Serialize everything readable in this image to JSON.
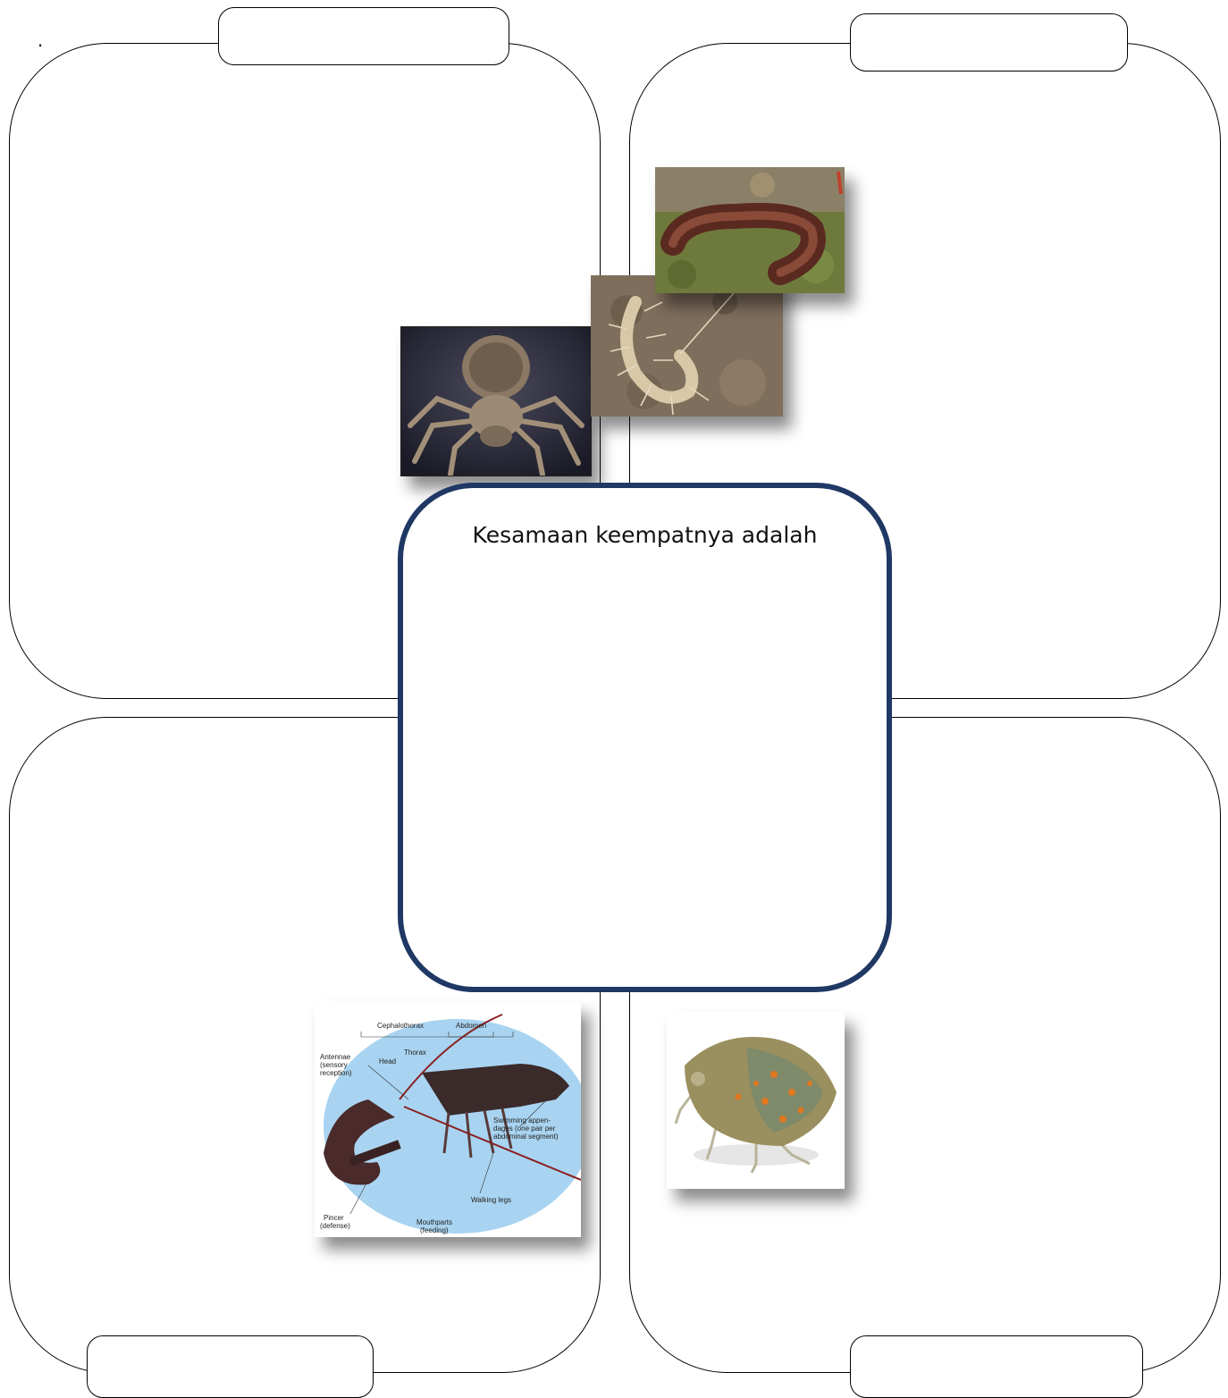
{
  "page": {
    "marker": ".",
    "center_title": "Kesamaan keempatnya adalah"
  },
  "quadrants": [
    {
      "position": "top-left",
      "label": "",
      "image": "tarantula-photo"
    },
    {
      "position": "top-right",
      "label": "",
      "image": [
        "millipede-photo",
        "centipede-photo"
      ]
    },
    {
      "position": "bottom-left",
      "label": "",
      "image": "lobster-diagram"
    },
    {
      "position": "bottom-right",
      "label": "",
      "image": "treehopper-photo"
    }
  ],
  "lobster_diagram": {
    "cephalothorax": "Cephalothorax",
    "abdomen": "Abdomen",
    "thorax": "Thorax",
    "head": "Head",
    "antennae_1": "Antennae",
    "antennae_2": "(sensory",
    "antennae_3": "reception)",
    "swim_1": "Swimming appen-",
    "swim_2": "dages (one pair per",
    "swim_3": "abdominal segment)",
    "walking": "Walking legs",
    "pincer_1": "Pincer",
    "pincer_2": "(defense)",
    "mouth_1": "Mouthparts",
    "mouth_2": "(feeding)"
  }
}
